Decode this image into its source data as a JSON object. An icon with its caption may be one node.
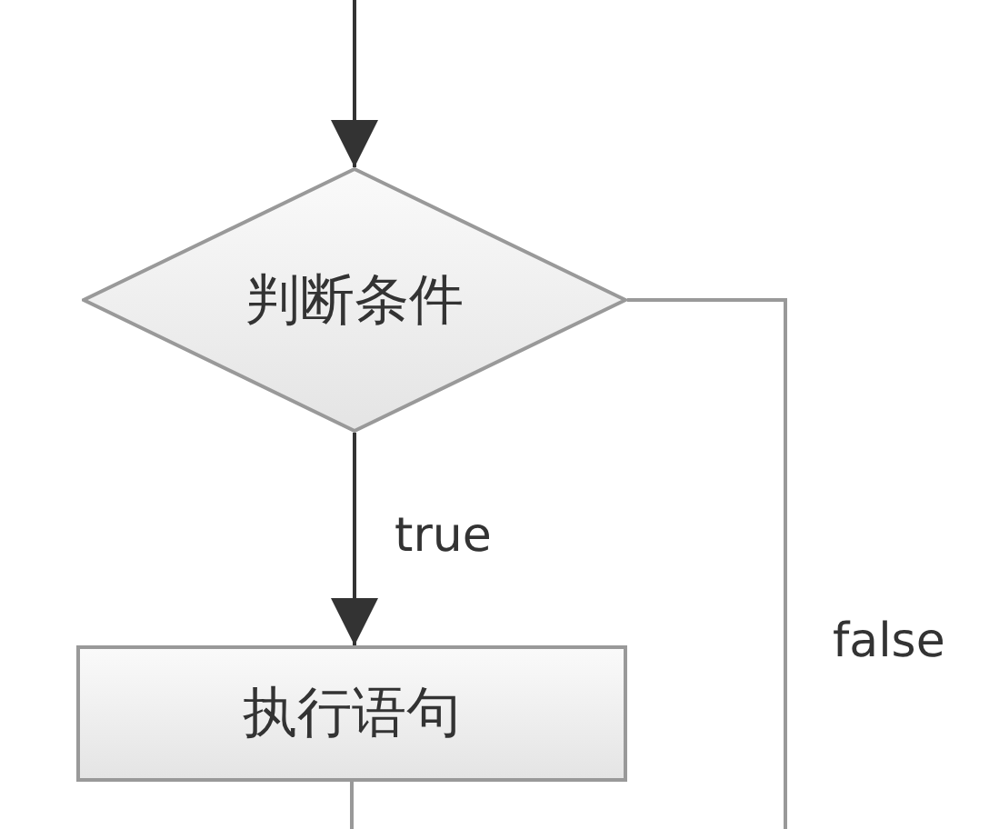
{
  "diagram": {
    "nodes": [
      {
        "text": [
          "判断条件"
        ]
      },
      {
        "text": [
          "执行语句"
        ]
      }
    ],
    "edges": [
      {
        "from": null,
        "to": 0,
        "arrow": "to"
      },
      {
        "from": 0,
        "to": 1,
        "label": "true",
        "arrow": "to"
      },
      {
        "from": 0,
        "to": null,
        "label": "false",
        "arrow": "none",
        "color": "#999999"
      },
      {
        "from": 1,
        "to": null,
        "arrow": "none",
        "color": "#999999"
      }
    ]
  }
}
